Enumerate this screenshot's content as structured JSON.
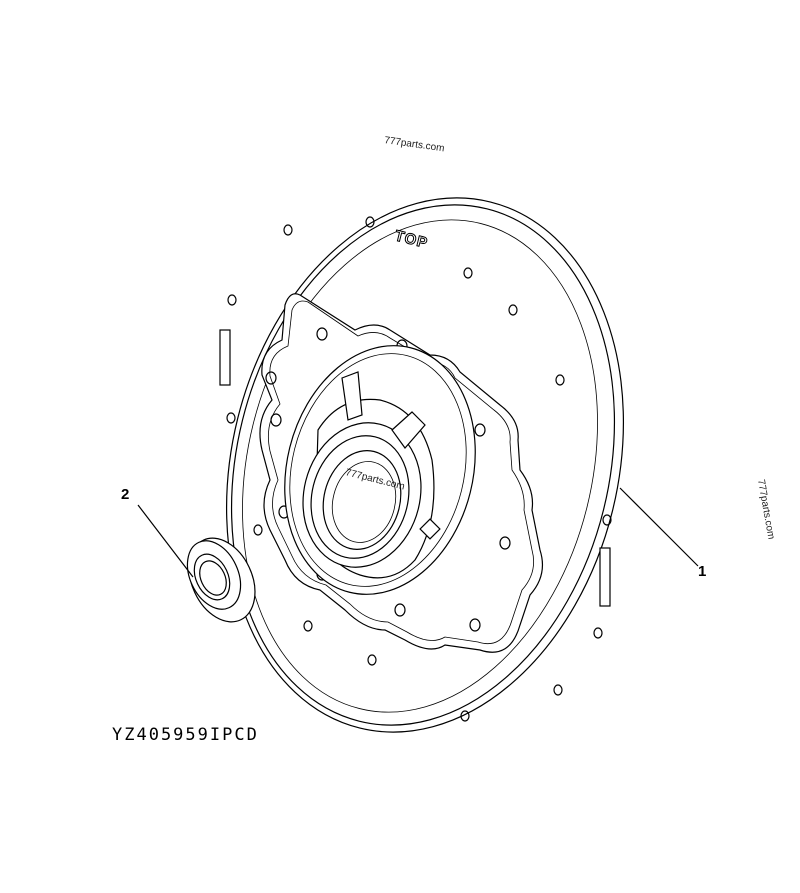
{
  "watermarks": {
    "top": "777parts.com",
    "center": "777parts.com",
    "right": "777parts.com"
  },
  "diagram": {
    "flange_marking": "TOP",
    "callouts": [
      {
        "number": "1",
        "part": "housing"
      },
      {
        "number": "2",
        "part": "seal"
      }
    ],
    "drawing_code": "YZ405959IPCD"
  }
}
